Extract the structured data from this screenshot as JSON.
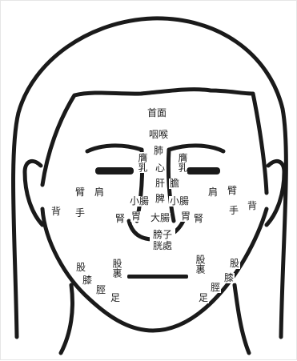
{
  "diagram": {
    "labels": {
      "mianmian": "首面",
      "yanhou": "咽喉",
      "fei": "肺",
      "ying_ru_left": "膺乳",
      "ying_ru_right": "膺乳",
      "xin": "心",
      "gan": "肝",
      "dan": "膽",
      "pi": "脾",
      "xiaochang_left": "小腸",
      "xiaochang_right": "小腸",
      "wei_left": "胃",
      "wei_right": "胃",
      "dachang": "大腸",
      "shen_left": "腎",
      "shen_right": "腎",
      "pangguang_zichu": "膀子 胱處",
      "bi_left": "臂",
      "jian_left": "肩",
      "bei_left": "背",
      "shou_left": "手",
      "jian_right": "肩",
      "bi_right": "臂",
      "shou_right": "手",
      "bei_right": "背",
      "gu_li_left": "股裏",
      "gu_li_right": "股裏",
      "gu_left": "股",
      "xi_left": "膝",
      "jing_left": "脛",
      "zu_left": "足",
      "gu_right": "股",
      "xi_right": "膝",
      "jing_right": "脛",
      "zu_right": "足"
    },
    "colors": {
      "line": "#1a1a1a",
      "background": "#ffffff"
    }
  }
}
